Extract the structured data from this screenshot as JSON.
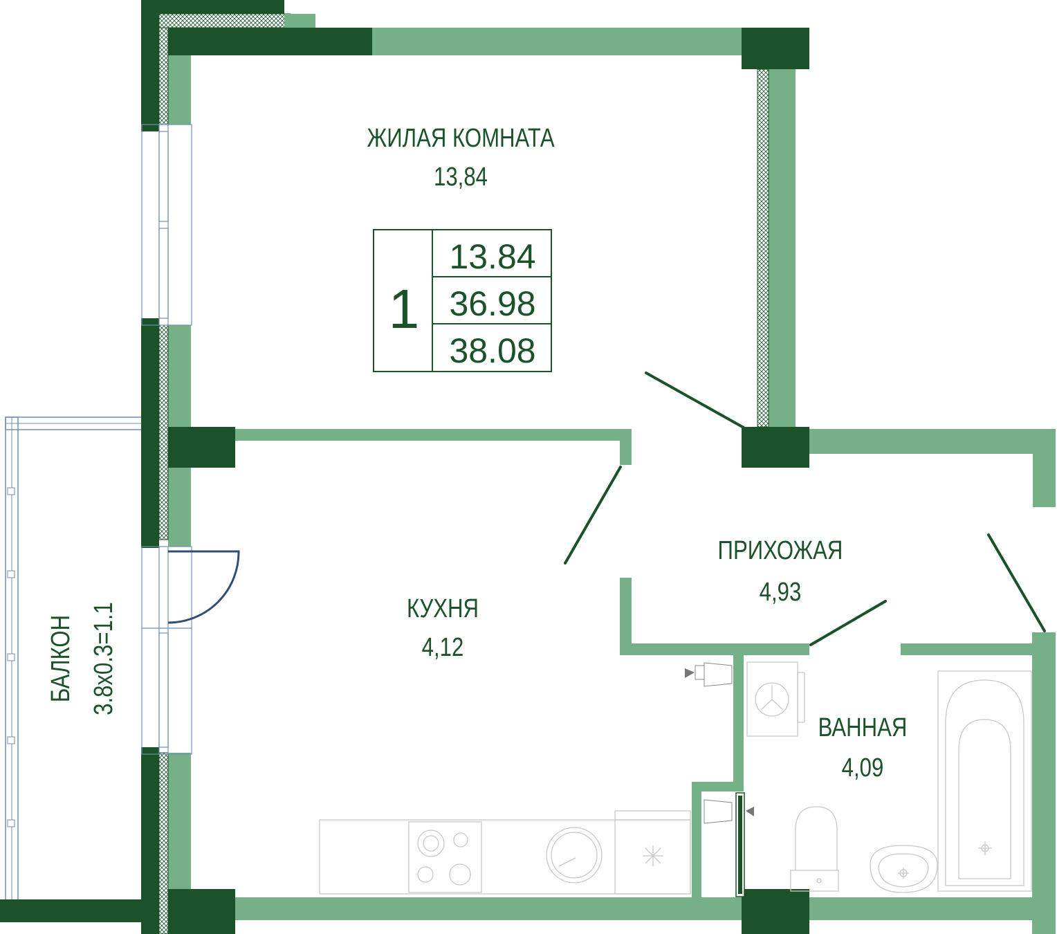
{
  "colors": {
    "wall_dark": "#1b5229",
    "wall_light": "#76b086",
    "line": "#1b5229",
    "fixture": "#c8c8c8",
    "window": "#6f8fb4",
    "door_swing": "#2f4f7a"
  },
  "rooms": {
    "living": {
      "name": "ЖИЛАЯ КОМНАТА",
      "area": "13,84"
    },
    "kitchen": {
      "name": "КУХНЯ",
      "area": "4,12"
    },
    "hall": {
      "name": "ПРИХОЖАЯ",
      "area": "4,93"
    },
    "bath": {
      "name": "ВАННАЯ",
      "area": "4,09"
    },
    "balcony": {
      "name": "БАЛКОН",
      "area": "3.8x0.3=1.1"
    }
  },
  "summary": {
    "rooms_count": "1",
    "living_area": "13.84",
    "total_area": "36.98",
    "total_with_balcony": "38.08"
  },
  "icons": {
    "stove": "stove-icon",
    "sink": "sink-icon",
    "fridge": "fridge-icon",
    "washer": "washing-machine-icon",
    "toilet": "toilet-icon",
    "basin": "washbasin-icon",
    "bathtub": "bathtub-icon",
    "riser": "riser-icon"
  }
}
